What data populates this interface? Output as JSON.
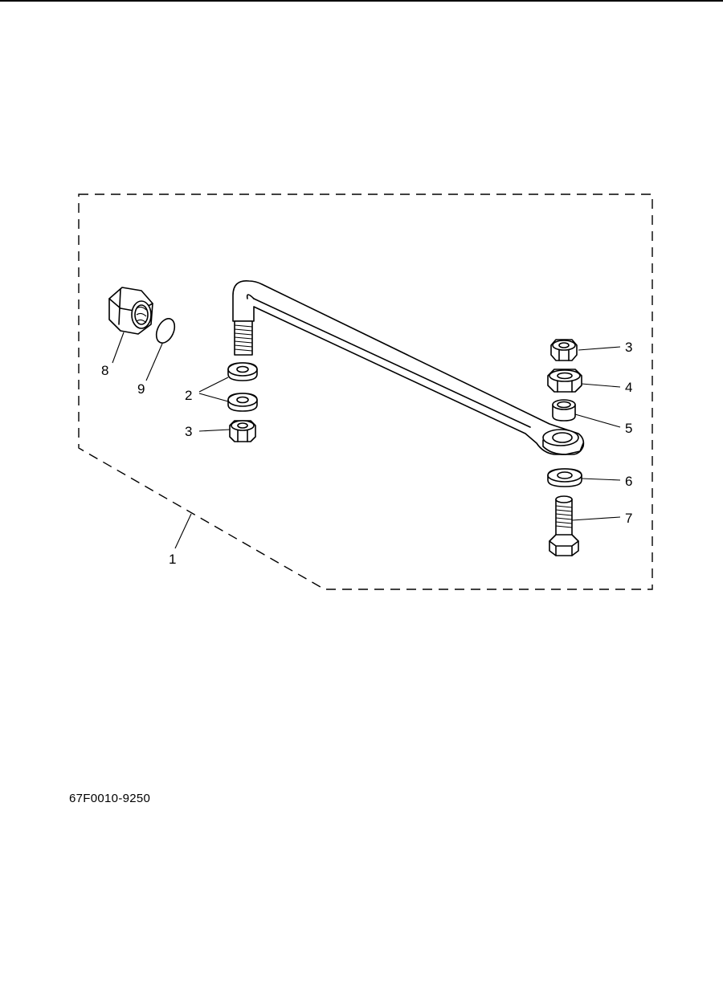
{
  "callouts": {
    "c1": "1",
    "c2": "2",
    "c3_left": "3",
    "c3_right": "3",
    "c4": "4",
    "c5": "5",
    "c6": "6",
    "c7": "7",
    "c8": "8",
    "c9": "9"
  },
  "part_code": "67F0010-9250",
  "colors": {
    "line": "#000000",
    "background": "#ffffff"
  }
}
